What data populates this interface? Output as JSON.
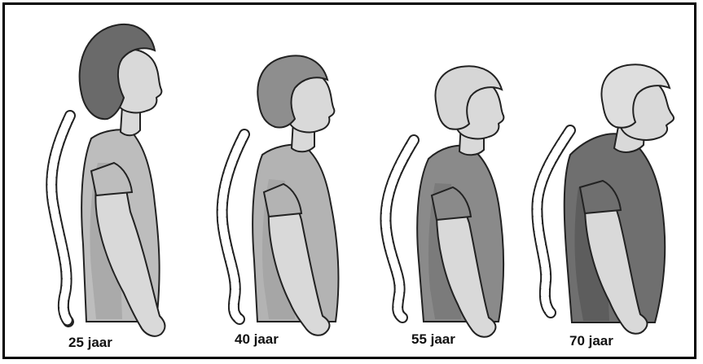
{
  "figures": [
    {
      "age_label": "25 jaar"
    },
    {
      "age_label": "40 jaar"
    },
    {
      "age_label": "55 jaar"
    },
    {
      "age_label": "70 jaar"
    }
  ],
  "colors": {
    "frame": "#000000",
    "background": "#ffffff",
    "skin": "#d9d9d9",
    "outline": "#222222",
    "hair_25": "#6a6a6a",
    "hair_40": "#8e8e8e",
    "hair_55": "#d6d6d6",
    "hair_70": "#dedede",
    "shirt_25": "#bdbdbd",
    "shirt_40": "#b3b3b3",
    "shirt_55": "#8a8a8a",
    "shirt_70": "#6f6f6f",
    "spine": "#ffffff"
  }
}
